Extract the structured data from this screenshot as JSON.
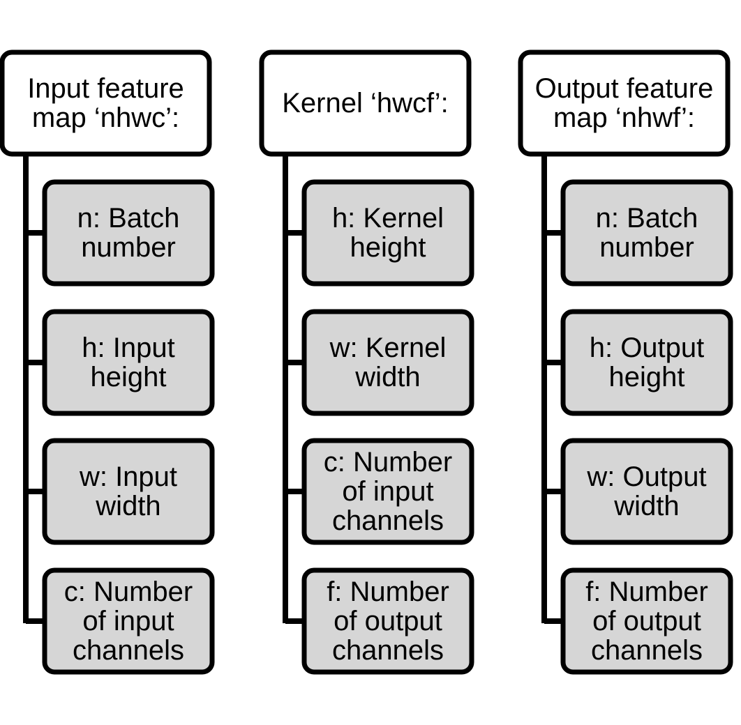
{
  "columns": [
    {
      "header": [
        "Input feature",
        "map ‘nhwc’:"
      ],
      "items": [
        [
          "n: Batch",
          "number"
        ],
        [
          "h: Input",
          "height"
        ],
        [
          "w: Input",
          "width"
        ],
        [
          "c: Number",
          "of input",
          "channels"
        ]
      ]
    },
    {
      "header": [
        "Kernel ‘hwcf’:"
      ],
      "items": [
        [
          "h: Kernel",
          "height"
        ],
        [
          "w: Kernel",
          "width"
        ],
        [
          "c: Number",
          "of input",
          "channels"
        ],
        [
          "f: Number",
          "of output",
          "channels"
        ]
      ]
    },
    {
      "header": [
        "Output feature",
        "map ‘nhwf’:"
      ],
      "items": [
        [
          "n: Batch",
          "number"
        ],
        [
          "h: Output",
          "height"
        ],
        [
          "w: Output",
          "width"
        ],
        [
          "f: Number",
          "of output",
          "channels"
        ]
      ]
    }
  ],
  "colors": {
    "header_fill": "#ffffff",
    "item_fill": "#d6d6d6",
    "stroke": "#000000"
  }
}
